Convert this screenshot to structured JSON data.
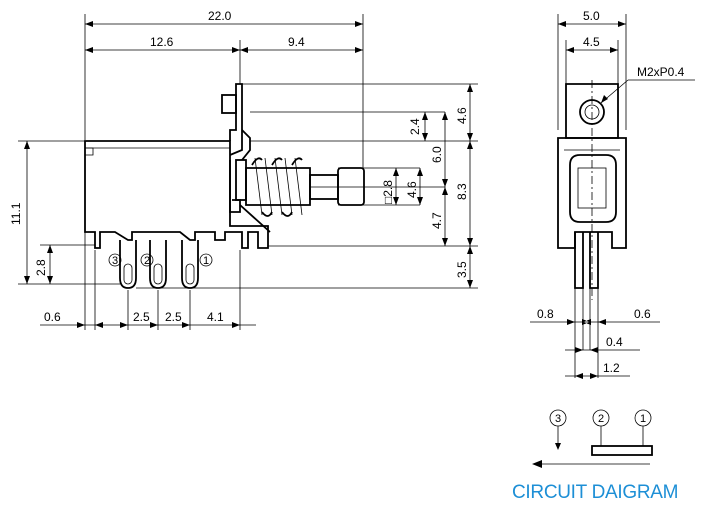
{
  "dimensions": {
    "overall_width": "22.0",
    "left_span": "12.6",
    "right_span": "9.4",
    "body_height": "11.1",
    "pin_height": "2.8",
    "left_offset": "0.6",
    "pitch_a": "2.5",
    "pitch_b": "2.5",
    "pin_to_edge": "4.1",
    "side_width": "5.0",
    "side_inner": "4.5",
    "thread": "M2xP0.4",
    "v_2_4": "2.4",
    "v_4_6_top": "4.6",
    "v_6_0": "6.0",
    "v_2_8_sq": "□2.8",
    "v_4_6_mid": "4.6",
    "v_8_3": "8.3",
    "v_4_7": "4.7",
    "v_3_5": "3.5",
    "bottom_0_8": "0.8",
    "bottom_0_6": "0.6",
    "bottom_0_4": "0.4",
    "bottom_1_2": "1.2"
  },
  "pins": [
    "3",
    "2",
    "1"
  ],
  "circuit_pins": [
    "3",
    "2",
    "1"
  ],
  "caption": "CIRCUIT DAIGRAM",
  "colors": {
    "caption": "#1d8fd6",
    "line": "#000000"
  }
}
